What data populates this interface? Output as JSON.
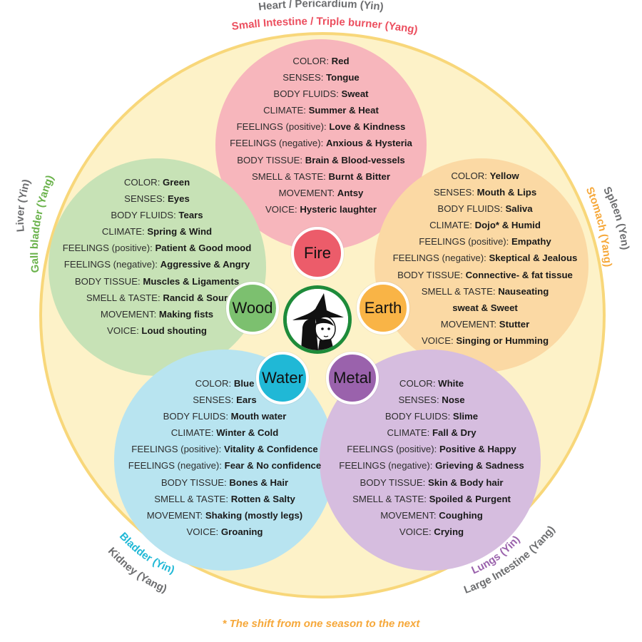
{
  "elements": {
    "fire": {
      "label": "Fire",
      "color": "#ec5c6a",
      "fill": "#f7b6bc",
      "lines": [
        {
          "key": "COLOR:",
          "value": "Red"
        },
        {
          "key": "SENSES:",
          "value": "Tongue"
        },
        {
          "key": "BODY FLUIDS:",
          "value": "Sweat"
        },
        {
          "key": "CLIMATE:",
          "value": "Summer & Heat"
        },
        {
          "key": "FEELINGS (positive):",
          "value": "Love & Kindness"
        },
        {
          "key": "FEELINGS (negative):",
          "value": "Anxious & Hysteria"
        },
        {
          "key": "BODY TISSUE:",
          "value": "Brain & Blood-vessels"
        },
        {
          "key": "SMELL & TASTE:",
          "value": "Burnt & Bitter"
        },
        {
          "key": "MOVEMENT:",
          "value": "Antsy"
        },
        {
          "key": "VOICE:",
          "value": "Hysteric laughter"
        }
      ]
    },
    "earth": {
      "label": "Earth",
      "color": "#f9b446",
      "fill": "#fbd9a4",
      "lines": [
        {
          "key": "COLOR:",
          "value": "Yellow"
        },
        {
          "key": "SENSES:",
          "value": "Mouth & Lips"
        },
        {
          "key": "BODY FLUIDS:",
          "value": "Saliva"
        },
        {
          "key": "CLIMATE:",
          "value": "Dojo* & Humid"
        },
        {
          "key": "FEELINGS (positive):",
          "value": "Empathy"
        },
        {
          "key": "FEELINGS (negative):",
          "value": "Skeptical & Jealous"
        },
        {
          "key": "BODY TISSUE:",
          "value": "Connective- & fat tissue"
        },
        {
          "key": "SMELL & TASTE:",
          "value": "Nauseating"
        },
        {
          "key": "",
          "value": "sweat & Sweet"
        },
        {
          "key": "MOVEMENT:",
          "value": "Stutter"
        },
        {
          "key": "VOICE:",
          "value": "Singing or Humming"
        }
      ]
    },
    "wood": {
      "label": "Wood",
      "color": "#7cc06f",
      "fill": "#c7e2b6",
      "lines": [
        {
          "key": "COLOR:",
          "value": "Green"
        },
        {
          "key": "SENSES:",
          "value": "Eyes"
        },
        {
          "key": "BODY FLUIDS:",
          "value": "Tears"
        },
        {
          "key": "CLIMATE:",
          "value": "Spring & Wind"
        },
        {
          "key": "FEELINGS (positive):",
          "value": "Patient & Good mood"
        },
        {
          "key": "FEELINGS (negative):",
          "value": "Aggressive & Angry"
        },
        {
          "key": "BODY TISSUE:",
          "value": "Muscles & Ligaments"
        },
        {
          "key": "SMELL & TASTE:",
          "value": "Rancid & Sour"
        },
        {
          "key": "MOVEMENT:",
          "value": "Making fists"
        },
        {
          "key": "VOICE:",
          "value": "Loud shouting"
        }
      ]
    },
    "water": {
      "label": "Water",
      "color": "#20b8d6",
      "fill": "#b8e4f0",
      "lines": [
        {
          "key": "COLOR:",
          "value": "Blue"
        },
        {
          "key": "SENSES:",
          "value": "Ears"
        },
        {
          "key": "BODY FLUIDS:",
          "value": "Mouth water"
        },
        {
          "key": "CLIMATE:",
          "value": "Winter & Cold"
        },
        {
          "key": "FEELINGS (positive):",
          "value": "Vitality & Confidence"
        },
        {
          "key": "FEELINGS (negative):",
          "value": "Fear & No confidence"
        },
        {
          "key": "BODY TISSUE:",
          "value": "Bones & Hair"
        },
        {
          "key": "SMELL & TASTE:",
          "value": "Rotten & Salty"
        },
        {
          "key": "MOVEMENT:",
          "value": "Shaking (mostly legs)"
        },
        {
          "key": "VOICE:",
          "value": "Groaning"
        }
      ]
    },
    "metal": {
      "label": "Metal",
      "color": "#9a62ac",
      "fill": "#d6bddf",
      "lines": [
        {
          "key": "COLOR:",
          "value": "White"
        },
        {
          "key": "SENSES:",
          "value": "Nose"
        },
        {
          "key": "BODY FLUIDS:",
          "value": "Slime"
        },
        {
          "key": "CLIMATE:",
          "value": "Fall & Dry"
        },
        {
          "key": "FEELINGS (positive):",
          "value": "Positive & Happy"
        },
        {
          "key": "FEELINGS (negative):",
          "value": "Grieving & Sadness"
        },
        {
          "key": "BODY TISSUE:",
          "value": "Skin & Body hair"
        },
        {
          "key": "SMELL & TASTE:",
          "value": "Spoiled & Purgent"
        },
        {
          "key": "MOVEMENT:",
          "value": "Coughing"
        },
        {
          "key": "VOICE:",
          "value": "Crying"
        }
      ]
    }
  },
  "organs": {
    "fire_yin": "Heart / Pericardium (Yin)",
    "fire_yang": "Small Intestine / Triple burner (Yang)",
    "wood_yin": "Liver (Yin)",
    "wood_yang": "Gall bladder (Yang)",
    "earth_yin": "Spleen (Yen)",
    "earth_yang": "Stomach (Yang)",
    "water_yin": "Bladder (Yin)",
    "water_yang": "Kidney (Yang)",
    "metal_yin": "Lungs (Yin)",
    "metal_yang": "Large Intestine (Yang)"
  },
  "footnote": "* The shift from one season to the next",
  "colors": {
    "outer_fill": "#fdf2c8",
    "outer_border": "#f8d77a",
    "center_border": "#1e8b3a"
  },
  "center_icon": "witch-portrait-icon"
}
